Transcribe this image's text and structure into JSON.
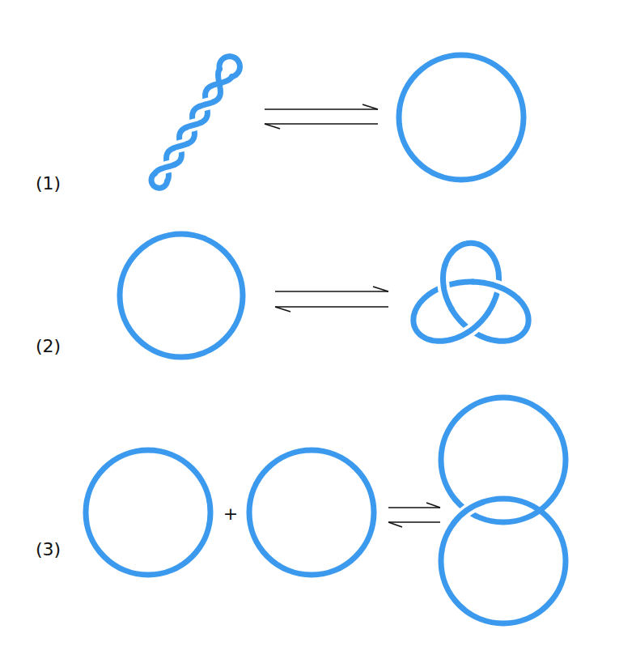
{
  "diagram": {
    "labels": [
      "(1)",
      "(2)",
      "(3)",
      "+"
    ]
  }
}
